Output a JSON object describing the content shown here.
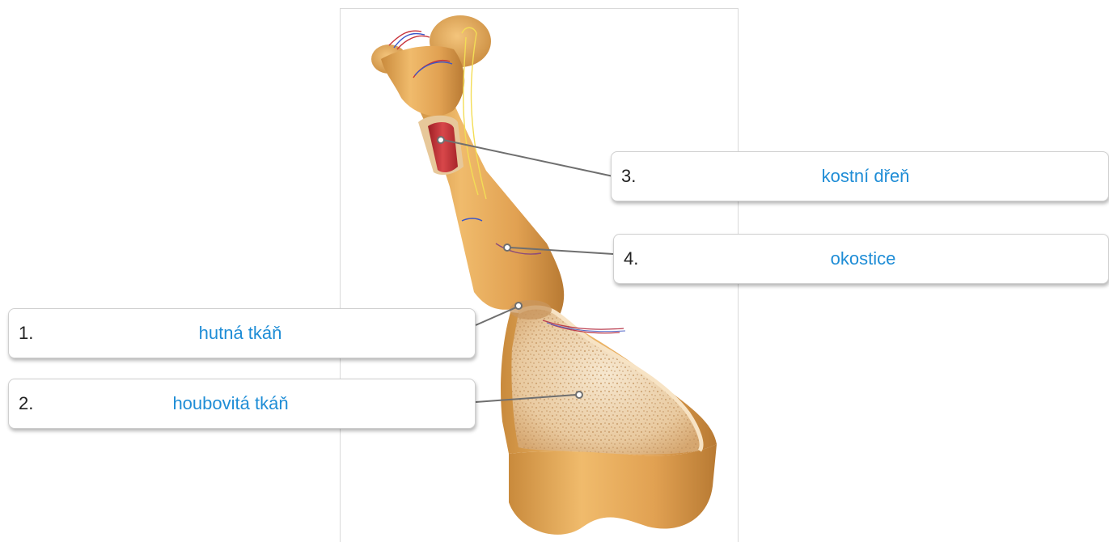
{
  "labels": [
    {
      "number": "3.",
      "text": "kostní dřeň"
    },
    {
      "number": "4.",
      "text": "okostice"
    },
    {
      "number": "1.",
      "text": "hutná tkáň"
    },
    {
      "number": "2.",
      "text": "houbovitá tkáň"
    }
  ],
  "colors": {
    "answer_text": "#1f8dd6",
    "number_text": "#222222",
    "bone": "#e6a85a",
    "marrow": "#c73a3a",
    "leader_line": "#6f6f6f"
  }
}
